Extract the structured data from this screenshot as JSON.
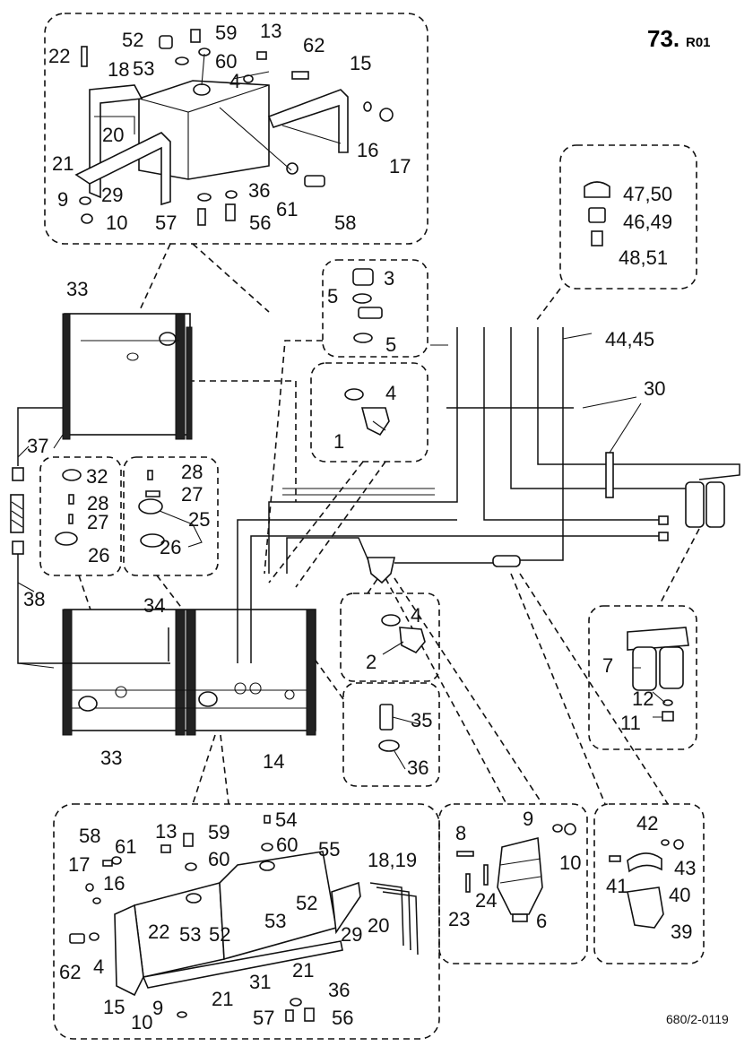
{
  "page": {
    "title": "73.",
    "revision": "R01",
    "drawing_ref": "680/2-0119"
  },
  "callouts": [
    {
      "id": "c22a",
      "text": "22"
    },
    {
      "id": "c18a",
      "text": "18"
    },
    {
      "id": "c52a",
      "text": "52"
    },
    {
      "id": "c53a",
      "text": "53"
    },
    {
      "id": "c59a",
      "text": "59"
    },
    {
      "id": "c60a",
      "text": "60"
    },
    {
      "id": "c13a",
      "text": "13"
    },
    {
      "id": "c62a",
      "text": "62"
    },
    {
      "id": "c4a",
      "text": "4"
    },
    {
      "id": "c15a",
      "text": "15"
    },
    {
      "id": "c20a",
      "text": "20"
    },
    {
      "id": "c21a",
      "text": "21"
    },
    {
      "id": "c29a",
      "text": "29"
    },
    {
      "id": "c16a",
      "text": "16"
    },
    {
      "id": "c17a",
      "text": "17"
    },
    {
      "id": "c9a",
      "text": "9"
    },
    {
      "id": "c10a",
      "text": "10"
    },
    {
      "id": "c36a",
      "text": "36"
    },
    {
      "id": "c61a",
      "text": "61"
    },
    {
      "id": "c57a",
      "text": "57"
    },
    {
      "id": "c56a",
      "text": "56"
    },
    {
      "id": "c58a",
      "text": "58"
    },
    {
      "id": "c4750",
      "text": "47,50"
    },
    {
      "id": "c4649",
      "text": "46,49"
    },
    {
      "id": "c4851",
      "text": "48,51"
    },
    {
      "id": "c3",
      "text": "3"
    },
    {
      "id": "c5a",
      "text": "5"
    },
    {
      "id": "c5b",
      "text": "5"
    },
    {
      "id": "c4b",
      "text": "4"
    },
    {
      "id": "c1",
      "text": "1"
    },
    {
      "id": "c33a",
      "text": "33"
    },
    {
      "id": "c4445",
      "text": "44,45"
    },
    {
      "id": "c30",
      "text": "30"
    },
    {
      "id": "c37",
      "text": "37"
    },
    {
      "id": "c38",
      "text": "38"
    },
    {
      "id": "c32",
      "text": "32"
    },
    {
      "id": "c28a",
      "text": "28"
    },
    {
      "id": "c27a",
      "text": "27"
    },
    {
      "id": "c26a",
      "text": "26"
    },
    {
      "id": "c28b",
      "text": "28"
    },
    {
      "id": "c27b",
      "text": "27"
    },
    {
      "id": "c25",
      "text": "25"
    },
    {
      "id": "c26b",
      "text": "26"
    },
    {
      "id": "c34",
      "text": "34"
    },
    {
      "id": "c4c",
      "text": "4"
    },
    {
      "id": "c2",
      "text": "2"
    },
    {
      "id": "c35",
      "text": "35"
    },
    {
      "id": "c36b",
      "text": "36"
    },
    {
      "id": "c33b",
      "text": "33"
    },
    {
      "id": "c14",
      "text": "14"
    },
    {
      "id": "c7",
      "text": "7"
    },
    {
      "id": "c12",
      "text": "12"
    },
    {
      "id": "c11",
      "text": "11"
    },
    {
      "id": "c58b",
      "text": "58"
    },
    {
      "id": "c61b",
      "text": "61"
    },
    {
      "id": "c13b",
      "text": "13"
    },
    {
      "id": "c59b",
      "text": "59"
    },
    {
      "id": "c54",
      "text": "54"
    },
    {
      "id": "c60b",
      "text": "60"
    },
    {
      "id": "c55",
      "text": "55"
    },
    {
      "id": "c60c",
      "text": "60"
    },
    {
      "id": "c1819",
      "text": "18,19"
    },
    {
      "id": "c17b",
      "text": "17"
    },
    {
      "id": "c16b",
      "text": "16"
    },
    {
      "id": "c22b",
      "text": "22"
    },
    {
      "id": "c53b",
      "text": "53"
    },
    {
      "id": "c52b",
      "text": "52"
    },
    {
      "id": "c53c",
      "text": "53"
    },
    {
      "id": "c52c",
      "text": "52"
    },
    {
      "id": "c29b",
      "text": "29"
    },
    {
      "id": "c20b",
      "text": "20"
    },
    {
      "id": "c62b",
      "text": "62"
    },
    {
      "id": "c4d",
      "text": "4"
    },
    {
      "id": "c15b",
      "text": "15"
    },
    {
      "id": "c31",
      "text": "31"
    },
    {
      "id": "c21b",
      "text": "21"
    },
    {
      "id": "c21c",
      "text": "21"
    },
    {
      "id": "c9b",
      "text": "9"
    },
    {
      "id": "c10b",
      "text": "10"
    },
    {
      "id": "c36c",
      "text": "36"
    },
    {
      "id": "c57b",
      "text": "57"
    },
    {
      "id": "c56b",
      "text": "56"
    },
    {
      "id": "c8",
      "text": "8"
    },
    {
      "id": "c9c",
      "text": "9"
    },
    {
      "id": "c10c",
      "text": "10"
    },
    {
      "id": "c23",
      "text": "23"
    },
    {
      "id": "c24",
      "text": "24"
    },
    {
      "id": "c6",
      "text": "6"
    },
    {
      "id": "c42",
      "text": "42"
    },
    {
      "id": "c43",
      "text": "43"
    },
    {
      "id": "c41",
      "text": "41"
    },
    {
      "id": "c40",
      "text": "40"
    },
    {
      "id": "c39",
      "text": "39"
    }
  ]
}
